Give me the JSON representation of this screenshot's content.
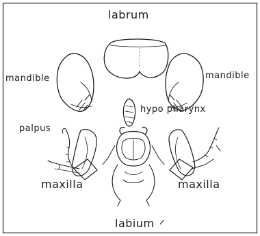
{
  "labels": {
    "labrum": "labrum",
    "mandible_left": "mandible",
    "mandible_right": "mandible",
    "hypopharynx": "hypo pharynx",
    "palpus": "palpus",
    "maxilla_left": "maxilla",
    "maxilla_right": "maxilla",
    "labium": "labium"
  },
  "colors": {
    "ink": "#1a1a1a",
    "frame": "#222222",
    "paper": "#ffffff"
  }
}
